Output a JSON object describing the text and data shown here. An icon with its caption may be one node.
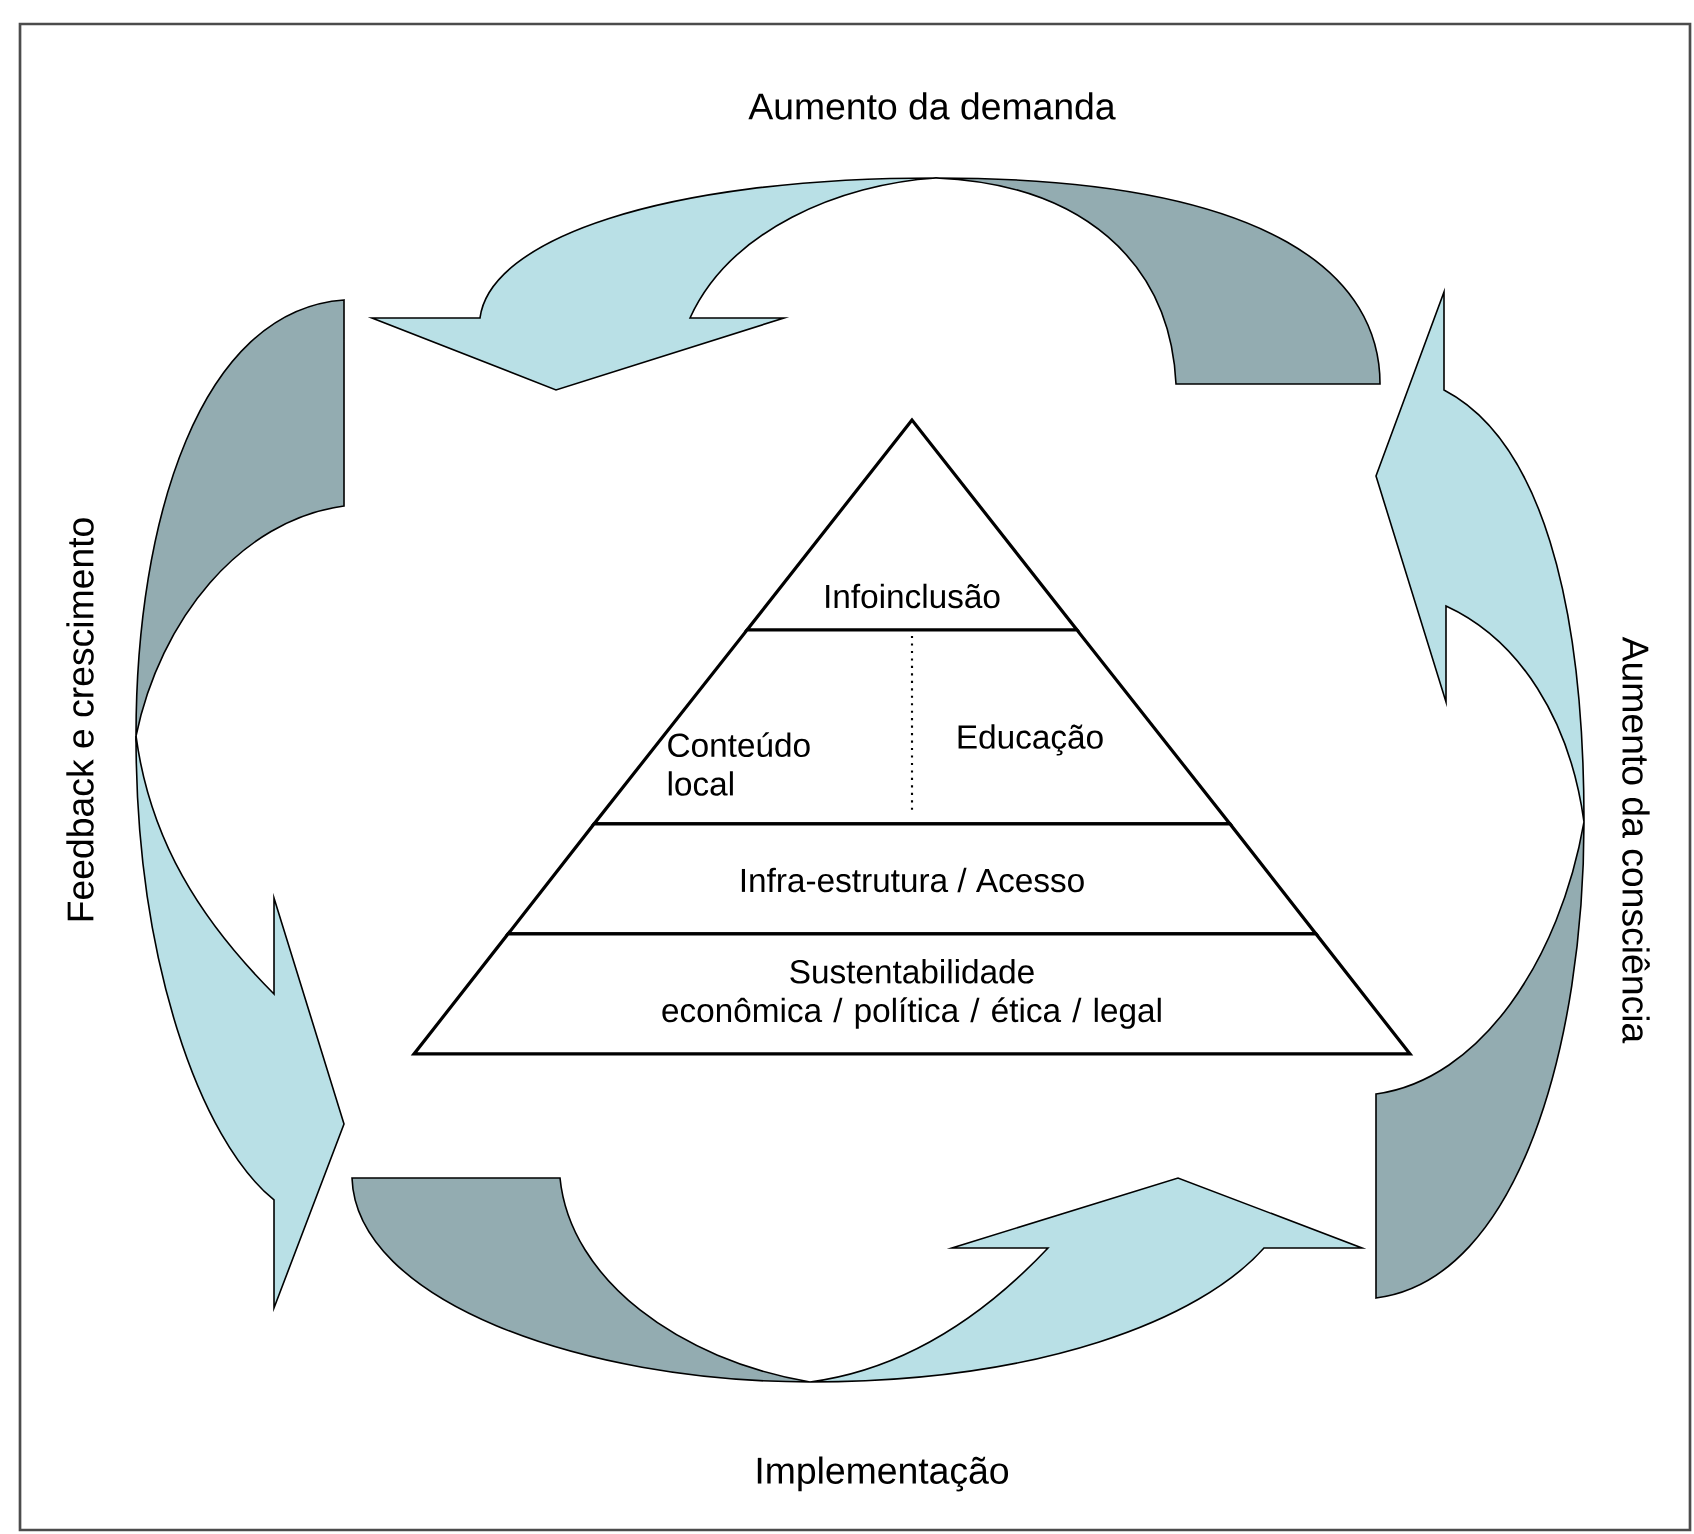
{
  "diagram": {
    "nodes": [
      {
        "text": [
          "Infoinclusão"
        ]
      },
      {
        "text": [
          "Conteúdo local",
          "Educação"
        ]
      },
      {
        "text": [
          "Infra-estrutura / Acesso"
        ]
      },
      {
        "text": [
          "Sustentabilidade econômica / política / ética / legal"
        ]
      }
    ],
    "labels": [
      "Aumento da demanda",
      "Feedback e crescimento",
      "Aumento da consciência",
      "Implementação"
    ]
  }
}
